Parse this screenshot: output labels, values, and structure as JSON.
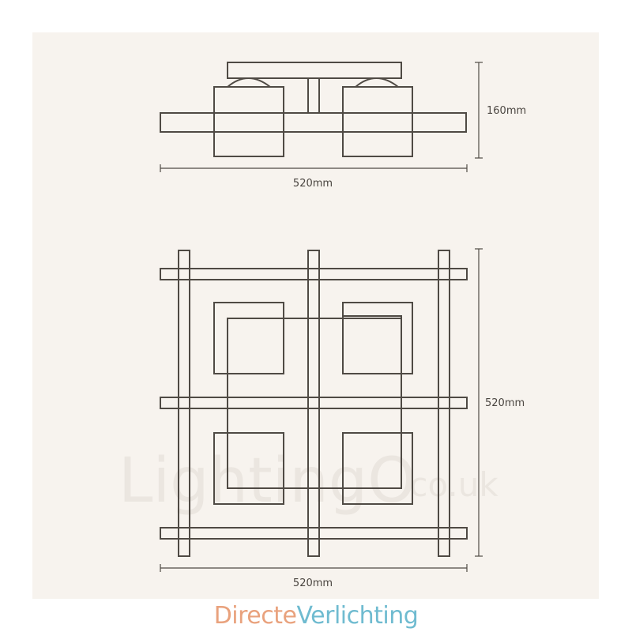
{
  "dimensions": {
    "top_height": "160mm",
    "top_width": "520mm",
    "plan_height": "520mm",
    "plan_width": "520mm"
  },
  "watermark": {
    "main": "LightingO",
    "suffix": ".co.uk"
  },
  "brand": {
    "part1": "Directe",
    "part2": "Verlichting",
    "color1": "#e9a27d",
    "color2": "#6fbbd0"
  }
}
